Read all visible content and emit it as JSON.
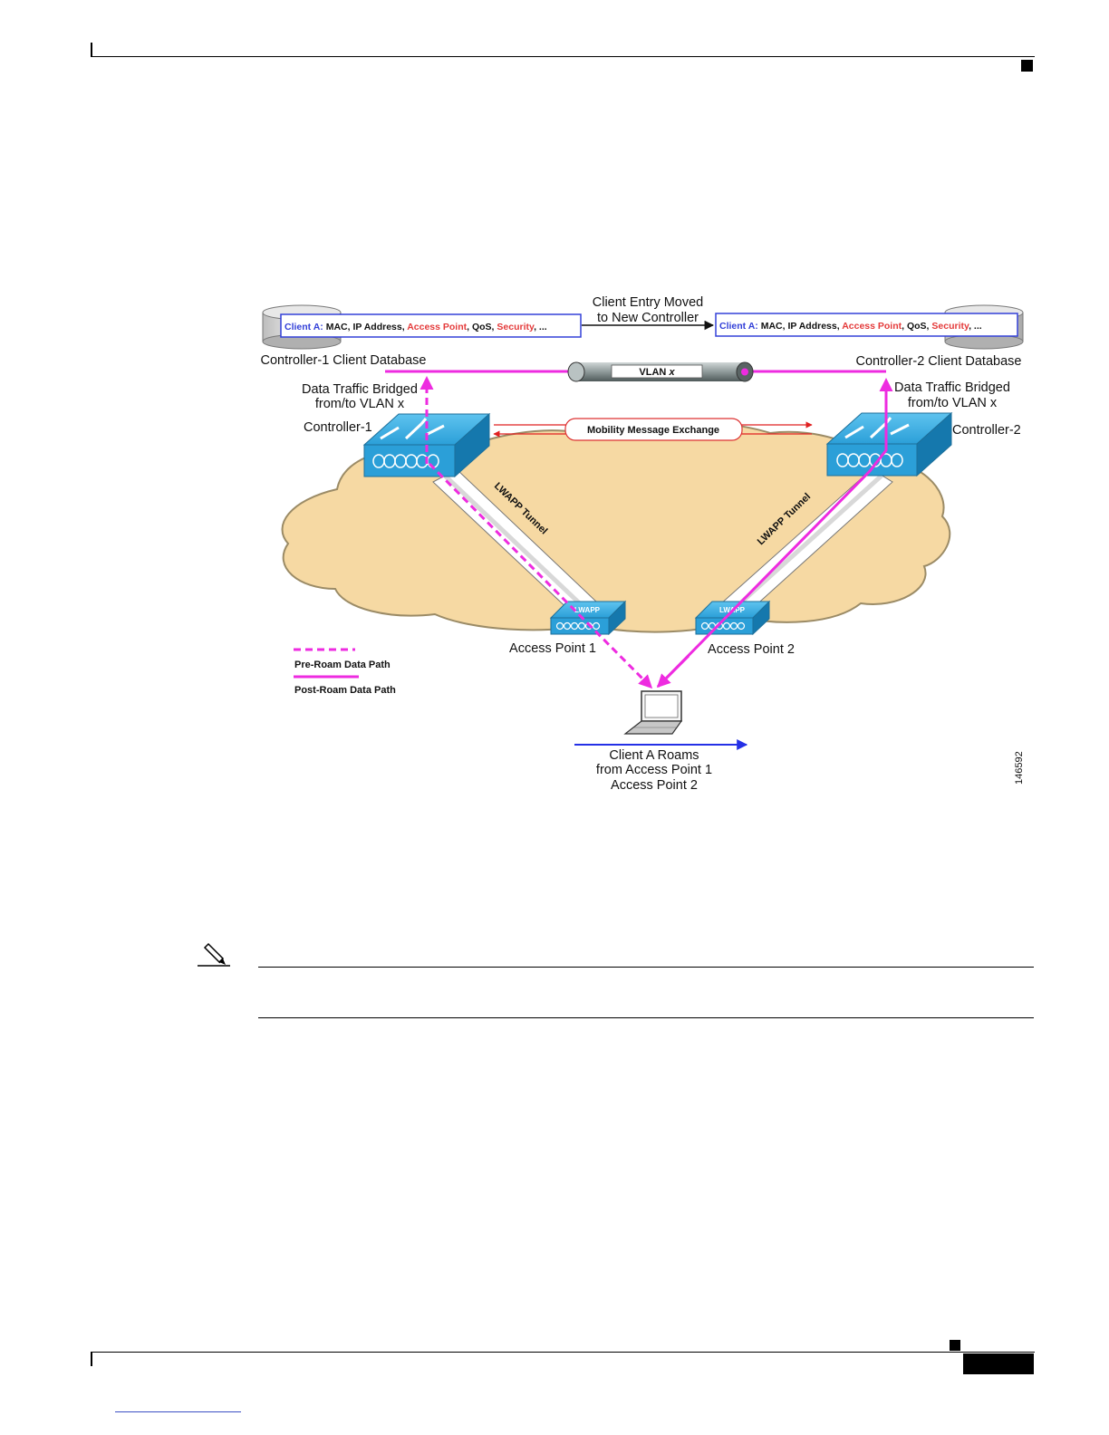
{
  "colors": {
    "magenta": "#ee2be0",
    "cloud": "#f6d9a3",
    "cloud_stroke": "#9b8b66",
    "device_blue": "#2b9fd8",
    "client_blue": "#3340d8",
    "field_red": "#e43b3b",
    "roam_arrow": "#2430e6",
    "mobility_red": "#e02020"
  },
  "icons": {
    "note": "pencil-note-icon",
    "controller": "switch-controller-icon",
    "access_point": "lwapp-access-point-icon",
    "laptop": "laptop-icon",
    "database": "database-cylinder-icon"
  },
  "diagram": {
    "entry_moved_line1": "Client Entry Moved",
    "entry_moved_line2": "to New Controller",
    "db_fields": {
      "client": "Client A:",
      "mac_ip": "MAC, IP Address,",
      "access_point": "Access Point",
      "qos": ", QoS,",
      "security": "Security",
      "ellipsis": ", ..."
    },
    "controller1_db": "Controller-1 Client Database",
    "controller2_db": "Controller-2 Client Database",
    "vlan": "VLAN",
    "vlan_var": "x",
    "bridged1_line1": "Data Traffic Bridged",
    "bridged1_line2": "from/to VLAN x",
    "bridged2_line1": "Data Traffic Bridged",
    "bridged2_line2": "from/to VLAN x",
    "controller1": "Controller-1",
    "controller2": "Controller-2",
    "mobility_exchange": "Mobility Message Exchange",
    "tunnel1": "LWAPP Tunnel",
    "tunnel2": "LWAPP Tunnel",
    "ap_badge": "LWAPP",
    "ap1": "Access Point 1",
    "ap2": "Access Point 2",
    "legend_pre": "Pre-Roam Data Path",
    "legend_post": "Post-Roam Data Path",
    "roam_line1": "Client A Roams",
    "roam_line2": "from Access Point 1",
    "roam_line3": "Access Point 2",
    "figure_id": "146592"
  }
}
